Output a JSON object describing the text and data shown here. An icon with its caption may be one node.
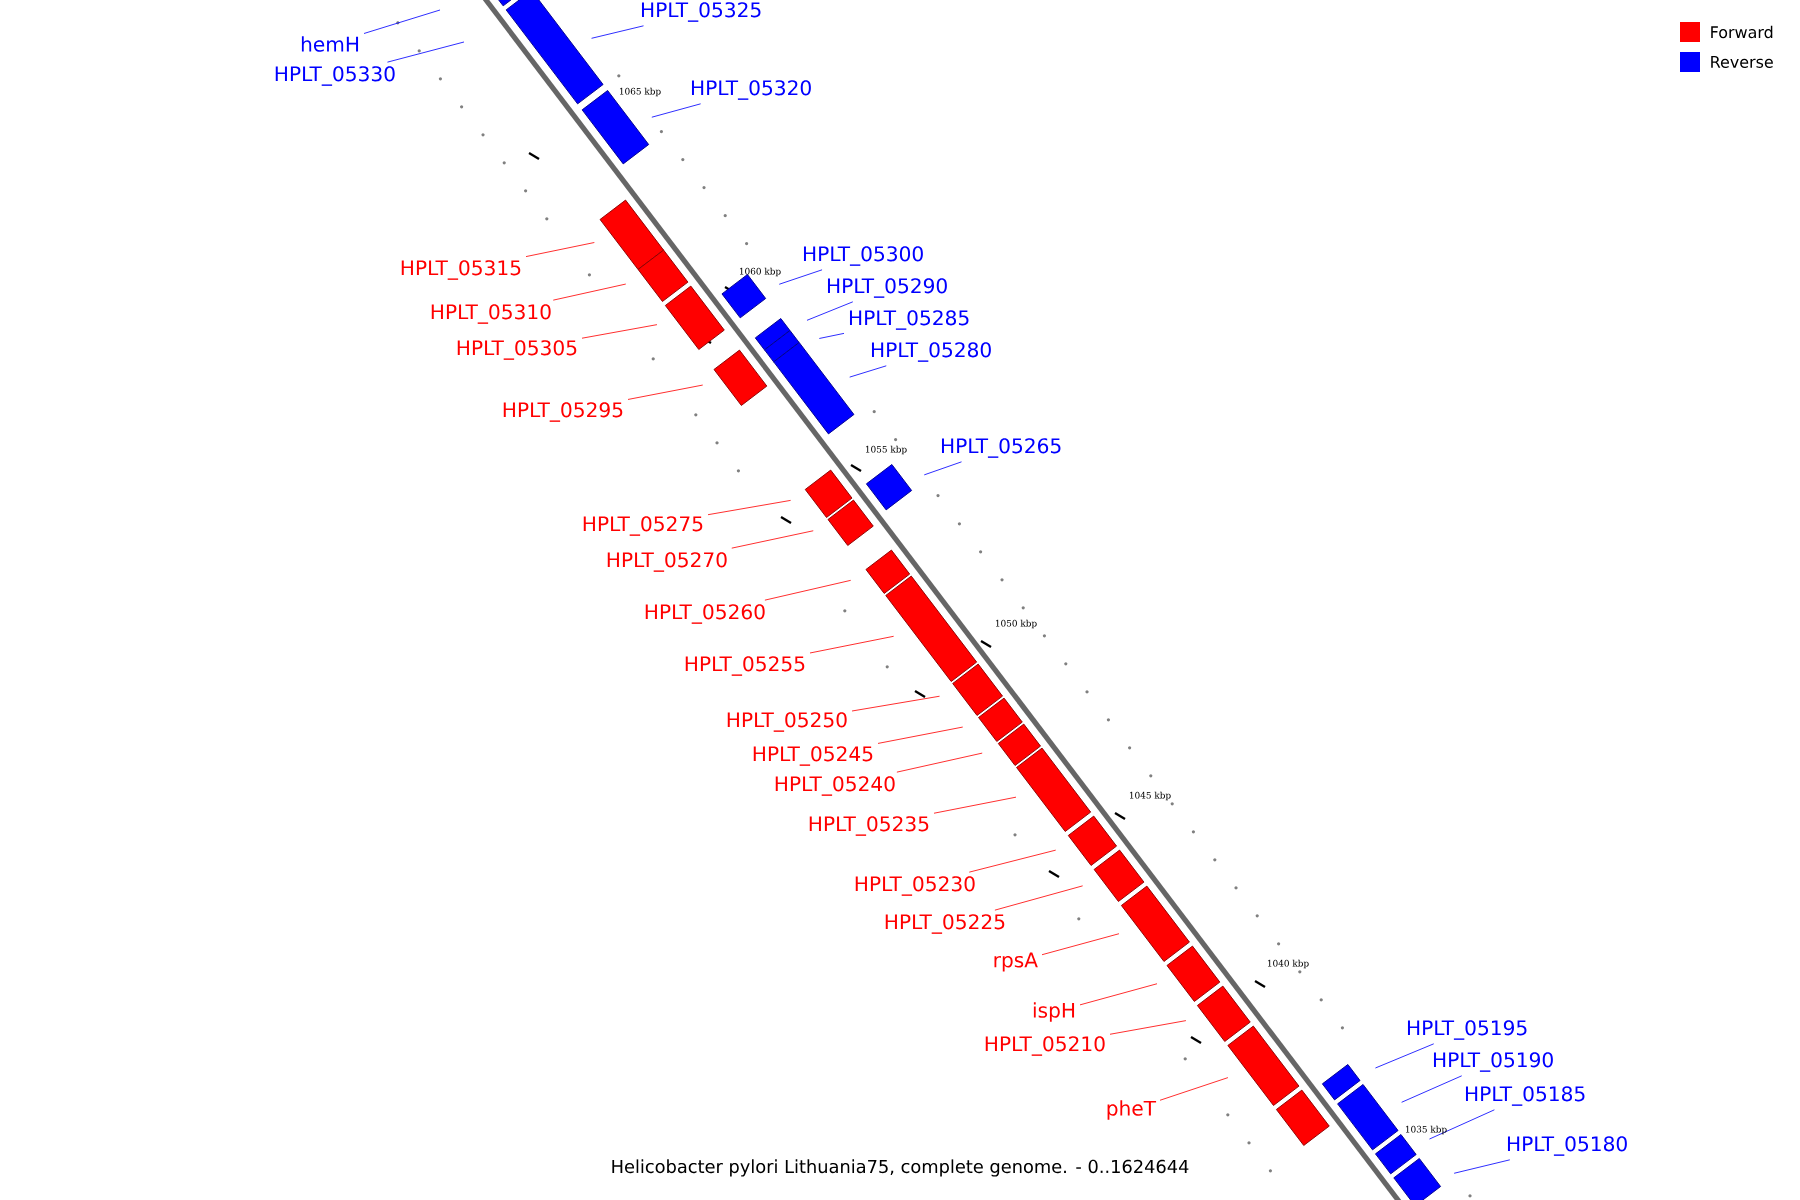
{
  "diagram": {
    "caption": "Helicobacter pylori Lithuania75, complete genome. - 0..1624644",
    "nodes": [
      {
        "text": [
          "HPLT_05325"
        ]
      },
      {
        "text": [
          "hemH"
        ]
      },
      {
        "text": [
          "HPLT_05330"
        ]
      },
      {
        "text": [
          "HPLT_05320"
        ]
      },
      {
        "text": [
          "HPLT_05300"
        ]
      },
      {
        "text": [
          "HPLT_05315"
        ]
      },
      {
        "text": [
          "HPLT_05290"
        ]
      },
      {
        "text": [
          "HPLT_05310"
        ]
      },
      {
        "text": [
          "HPLT_05285"
        ]
      },
      {
        "text": [
          "HPLT_05305"
        ]
      },
      {
        "text": [
          "HPLT_05280"
        ]
      },
      {
        "text": [
          "HPLT_05295"
        ]
      },
      {
        "text": [
          "HPLT_05265"
        ]
      },
      {
        "text": [
          "HPLT_05275"
        ]
      },
      {
        "text": [
          "HPLT_05270"
        ]
      },
      {
        "text": [
          "HPLT_05260"
        ]
      },
      {
        "text": [
          "HPLT_05255"
        ]
      },
      {
        "text": [
          "HPLT_05250"
        ]
      },
      {
        "text": [
          "HPLT_05245"
        ]
      },
      {
        "text": [
          "HPLT_05240"
        ]
      },
      {
        "text": [
          "HPLT_05235"
        ]
      },
      {
        "text": [
          "HPLT_05230"
        ]
      },
      {
        "text": [
          "HPLT_05225"
        ]
      },
      {
        "text": [
          "rpsA"
        ]
      },
      {
        "text": [
          "ispH"
        ]
      },
      {
        "text": [
          "HPLT_05195"
        ]
      },
      {
        "text": [
          "HPLT_05210"
        ]
      },
      {
        "text": [
          "HPLT_05190"
        ]
      },
      {
        "text": [
          "HPLT_05185"
        ]
      },
      {
        "text": [
          "pheT"
        ]
      },
      {
        "text": [
          "HPLT_05180"
        ]
      },
      {
        "text": [],
        "shape": "bar"
      },
      {
        "text": [],
        "shape": "bar"
      },
      {
        "text": [],
        "shape": "bar"
      },
      {
        "text": [],
        "shape": "bar"
      },
      {
        "text": [],
        "shape": "bar"
      },
      {
        "text": [],
        "shape": "bar"
      },
      {
        "text": [],
        "shape": "bar"
      },
      {
        "text": [],
        "shape": "bar"
      },
      {
        "text": [],
        "shape": "bar"
      },
      {
        "text": [],
        "shape": "bar"
      },
      {
        "text": [],
        "shape": "bar"
      },
      {
        "text": [],
        "shape": "bar"
      },
      {
        "text": [],
        "shape": "bar"
      },
      {
        "text": [],
        "shape": "bar"
      },
      {
        "text": [],
        "shape": "bar"
      },
      {
        "text": [],
        "shape": "bar"
      },
      {
        "text": [],
        "shape": "bar"
      },
      {
        "text": [],
        "shape": "bar"
      },
      {
        "text": [],
        "shape": "bar"
      },
      {
        "text": [],
        "shape": "bar"
      },
      {
        "text": [],
        "shape": "bar"
      },
      {
        "text": [],
        "shape": "bar"
      },
      {
        "text": [],
        "shape": "bar"
      },
      {
        "text": [],
        "shape": "bar"
      },
      {
        "text": [],
        "shape": "bar"
      },
      {
        "text": [],
        "shape": "bar"
      },
      {
        "text": [],
        "shape": "bar"
      },
      {
        "text": [],
        "shape": "bar"
      },
      {
        "text": [],
        "shape": "bar"
      },
      {
        "text": [],
        "shape": "bar"
      },
      {
        "text": [],
        "shape": "bar"
      }
    ],
    "edges": [
      {
        "from": 0,
        "to": 31,
        "arrow": "none",
        "color": "#0000ff"
      },
      {
        "from": 1,
        "to": null,
        "arrow": "none",
        "color": "#0000ff"
      },
      {
        "from": 2,
        "to": null,
        "arrow": "none",
        "color": "#0000ff"
      },
      {
        "from": 3,
        "to": 32,
        "arrow": "none",
        "color": "#0000ff"
      },
      {
        "from": 4,
        "to": 33,
        "arrow": "none",
        "color": "#0000ff"
      },
      {
        "from": 5,
        "to": 34,
        "arrow": "none"
      },
      {
        "from": 6,
        "to": 35,
        "arrow": "none",
        "color": "#0000ff"
      },
      {
        "from": 7,
        "to": 36,
        "arrow": "none"
      },
      {
        "from": 8,
        "to": 37,
        "arrow": "none",
        "color": "#0000ff"
      },
      {
        "from": 9,
        "to": 38,
        "arrow": "none"
      },
      {
        "from": 10,
        "to": 39,
        "arrow": "none",
        "color": "#0000ff"
      },
      {
        "from": 11,
        "to": 40,
        "arrow": "none"
      },
      {
        "from": 12,
        "to": 41,
        "arrow": "none",
        "color": "#0000ff"
      },
      {
        "from": 13,
        "to": 42,
        "arrow": "none"
      },
      {
        "from": 14,
        "to": 43,
        "arrow": "none"
      },
      {
        "from": 15,
        "to": 44,
        "arrow": "none"
      },
      {
        "from": 16,
        "to": 45,
        "arrow": "none"
      },
      {
        "from": 17,
        "to": 46,
        "arrow": "none"
      },
      {
        "from": 18,
        "to": 47,
        "arrow": "none"
      },
      {
        "from": 19,
        "to": 48,
        "arrow": "none"
      },
      {
        "from": 20,
        "to": 49,
        "arrow": "none"
      },
      {
        "from": 21,
        "to": 50,
        "arrow": "none"
      },
      {
        "from": 22,
        "to": 51,
        "arrow": "none"
      },
      {
        "from": 23,
        "to": 52,
        "arrow": "none"
      },
      {
        "from": 24,
        "to": 53,
        "arrow": "none"
      },
      {
        "from": 25,
        "to": 54,
        "arrow": "none",
        "color": "#0000ff"
      },
      {
        "from": 26,
        "to": 55,
        "arrow": "none"
      },
      {
        "from": 27,
        "to": 56,
        "arrow": "none",
        "color": "#0000ff"
      },
      {
        "from": 28,
        "to": 57,
        "arrow": "none",
        "color": "#0000ff"
      },
      {
        "from": 29,
        "to": 58,
        "arrow": "none"
      },
      {
        "from": 30,
        "to": 59,
        "arrow": "none",
        "color": "#0000ff"
      }
    ],
    "labels": [
      "1065 kbp",
      "1060 kbp",
      "1055 kbp",
      "1050 kbp",
      "1045 kbp",
      "1040 kbp",
      "1035 kbp"
    ],
    "legend": [
      {
        "text": "Forward",
        "color": "#ff0000"
      },
      {
        "text": "Reverse",
        "color": "#0000ff"
      }
    ]
  }
}
